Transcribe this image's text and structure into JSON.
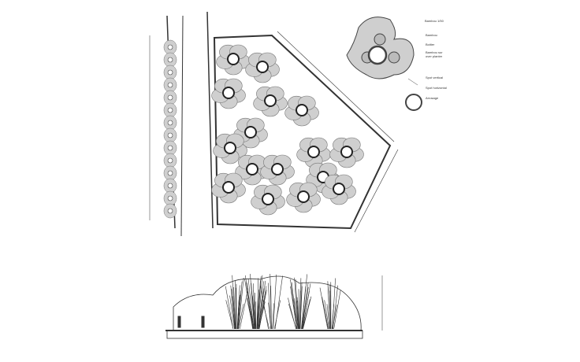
{
  "legend": {
    "title": "Bambou 1/50",
    "items": [
      "Bambou",
      "Boitier",
      "Bambou sur",
      "over planter",
      "Spot vertical",
      "Spot horizontal",
      "Arrosage"
    ]
  },
  "colors": {
    "fill": "#cfcfcf",
    "line": "#333333"
  }
}
